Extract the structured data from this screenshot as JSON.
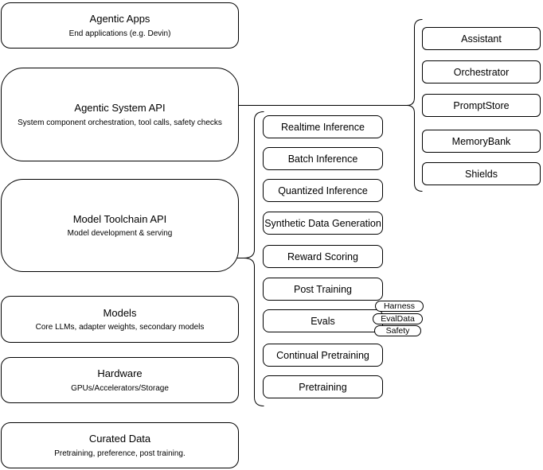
{
  "left_column": [
    {
      "title": "Agentic Apps",
      "subtitle": "End applications (e.g. Devin)"
    },
    {
      "title": "Agentic System API",
      "subtitle": "System component orchestration, tool calls, safety checks"
    },
    {
      "title": "Model Toolchain API",
      "subtitle": "Model development & serving"
    },
    {
      "title": "Models",
      "subtitle": "Core LLMs, adapter weights, secondary models"
    },
    {
      "title": "Hardware",
      "subtitle": "GPUs/Accelerators/Storage"
    },
    {
      "title": "Curated Data",
      "subtitle": "Pretraining, preference, post training."
    }
  ],
  "toolchain": [
    "Realtime Inference",
    "Batch Inference",
    "Quantized Inference",
    "Synthetic Data Generation",
    "Reward Scoring",
    "Post Training",
    "Evals",
    "Continual Pretraining",
    "Pretraining"
  ],
  "eval_tags": [
    "Harness",
    "EvalData",
    "Safety"
  ],
  "system_components": [
    "Assistant",
    "Orchestrator",
    "PromptStore",
    "MemoryBank",
    "Shields"
  ],
  "colors": {
    "stroke": "#000000",
    "node_fill": "#ffffff",
    "background": "#ffffff",
    "text": "#000000"
  }
}
